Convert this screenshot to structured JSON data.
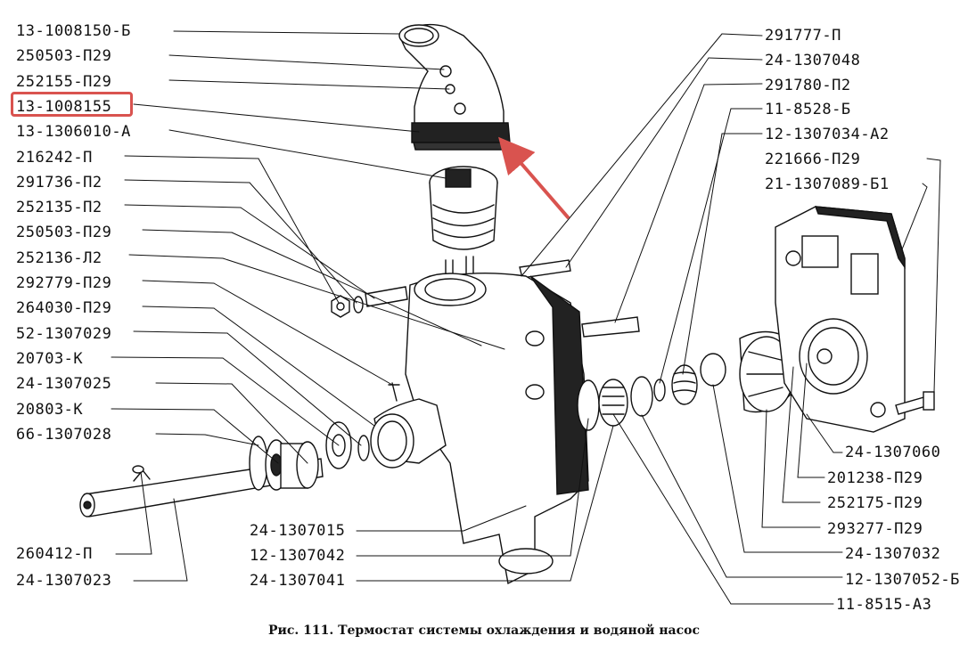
{
  "caption": "Рис. 111. Термостат системы охлаждения и водяной насос",
  "left_labels": [
    "13-1008150-Б",
    "250503-П29",
    "252155-П29",
    "13-1008155",
    "13-1306010-А",
    "216242-П",
    "291736-П2",
    "252135-П2",
    "250503-П29",
    "252136-Л2",
    "292779-П29",
    "264030-П29",
    "52-1307029",
    "20703-К",
    "24-1307025",
    "20803-К",
    "66-1307028"
  ],
  "bottom_left_labels": [
    "260412-П",
    "24-1307023"
  ],
  "bottom_center_labels": [
    "24-1307015",
    "12-1307042",
    "24-1307041"
  ],
  "right_top_labels": [
    "291777-П",
    "24-1307048",
    "291780-П2",
    "11-8528-Б",
    "12-1307034-А2",
    "221666-П29",
    "21-1307089-Б1"
  ],
  "right_bottom_labels": [
    "24-1307060",
    "201238-П29",
    "252175-П29",
    "293277-П29",
    "24-1307032",
    "12-1307052-Б",
    "11-8515-А3"
  ],
  "highlight": {
    "label": "13-1008155",
    "color": "#d9534f"
  }
}
